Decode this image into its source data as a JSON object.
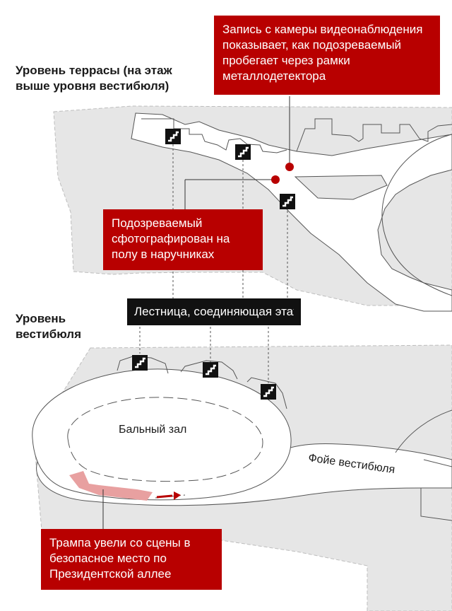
{
  "labels": {
    "terrace_level": "Уровень террасы (на этаж выше уровня вестибюля)",
    "lobby_level": "Уровень вестибюля",
    "stairs": "Лестница, соединяющая этажи",
    "ballroom": "Бальный зал",
    "lobby_foyer": "Фойе вестибюля"
  },
  "callouts": {
    "camera": "Запись с камеры видеонаблюдения показывает, как подозреваемый пробегает через рамки металлодетектора",
    "suspect": "Подозреваемый сфотографирован на полу в наручниках",
    "trump": "Трампа увели со сцены в безопасное место по Президентской аллее"
  },
  "icons": {
    "stairs": "stairs-icon",
    "marker": "red-dot-marker",
    "arrow": "red-arrow-icon"
  },
  "colors": {
    "callout_bg": "#b80000",
    "label_bg": "#111111",
    "floor_bg": "#e6e6e6",
    "stage": "#e8a0a0"
  }
}
